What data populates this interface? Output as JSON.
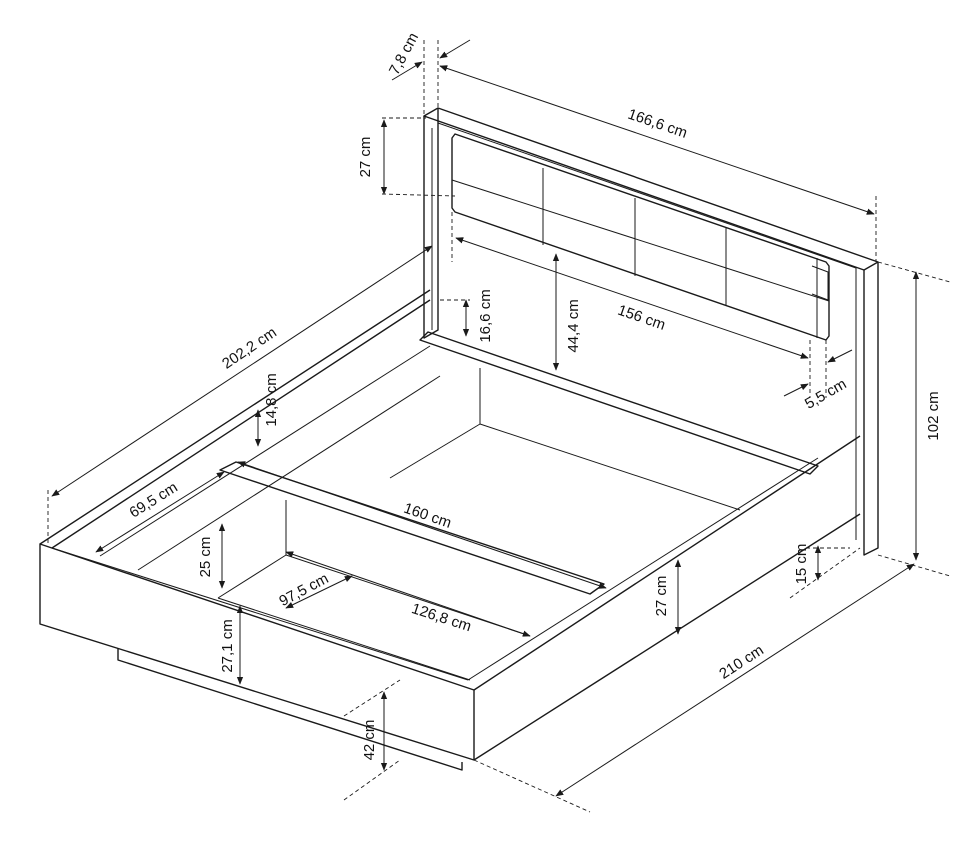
{
  "dimensions": {
    "headboard_thickness": "7,8 cm",
    "headboard_width": "166,6 cm",
    "headboard_top_panel": "27 cm",
    "cushion_width": "156 cm",
    "headboard_total": "44,4 cm",
    "shelf_height": "16,6 cm",
    "side_gap": "5,5 cm",
    "overall_height": "102 cm",
    "overall_length_diag": "202,2 cm",
    "rail_height": "14,8 cm",
    "slat_spacing": "69,5 cm",
    "inner_width": "160 cm",
    "inner_depth": "25 cm",
    "support_length": "97,5 cm",
    "support_span": "126,8 cm",
    "frame_front": "27,1 cm",
    "frame_side": "27 cm",
    "foot_offset": "15 cm",
    "overall_length": "210 cm",
    "clearance": "42 cm"
  }
}
